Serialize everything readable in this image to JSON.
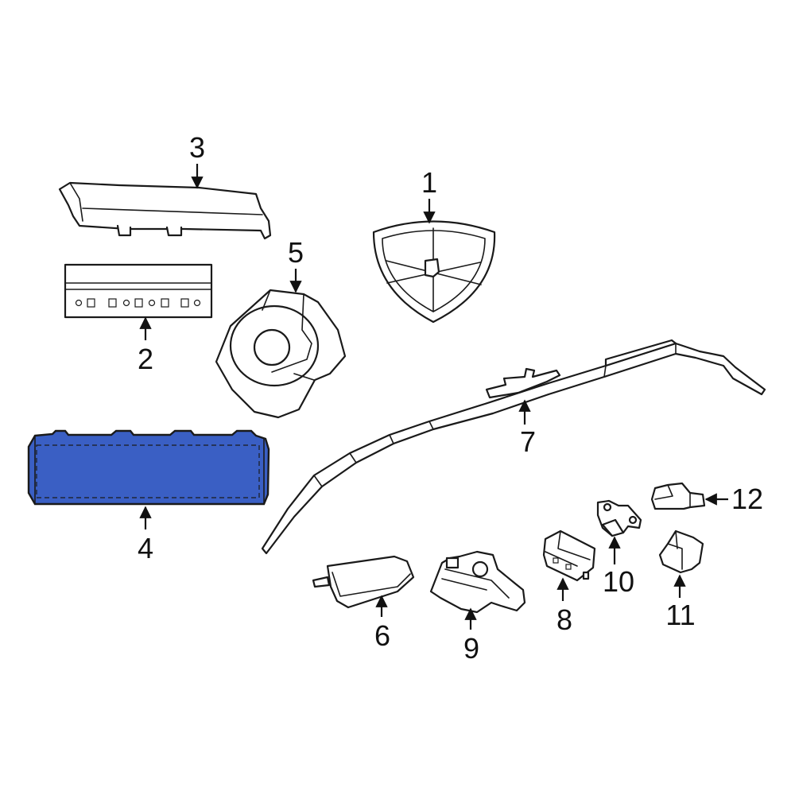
{
  "diagram": {
    "highlight_color": "#3a5fc4",
    "line_color": "#1a1a1a",
    "callouts": [
      {
        "id": "1",
        "label": "1"
      },
      {
        "id": "2",
        "label": "2"
      },
      {
        "id": "3",
        "label": "3"
      },
      {
        "id": "4",
        "label": "4"
      },
      {
        "id": "5",
        "label": "5"
      },
      {
        "id": "6",
        "label": "6"
      },
      {
        "id": "7",
        "label": "7"
      },
      {
        "id": "8",
        "label": "8"
      },
      {
        "id": "9",
        "label": "9"
      },
      {
        "id": "10",
        "label": "10"
      },
      {
        "id": "11",
        "label": "11"
      },
      {
        "id": "12",
        "label": "12"
      }
    ],
    "highlighted_part": "4"
  }
}
